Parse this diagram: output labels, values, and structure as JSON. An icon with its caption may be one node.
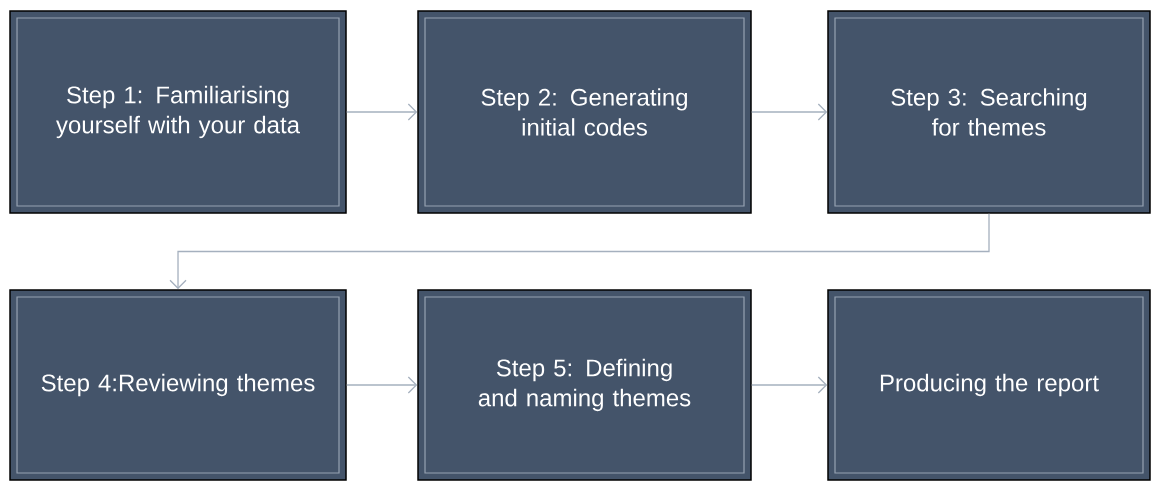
{
  "diagram": {
    "nodes": [
      {
        "text": [
          "Step 1: Familiarising yourself with your data"
        ]
      },
      {
        "text": [
          "Step 2: Generating initial codes"
        ]
      },
      {
        "text": [
          "Step 3: Searching for themes"
        ]
      },
      {
        "text": [
          "Step 4:Reviewing themes"
        ]
      },
      {
        "text": [
          "Step 5: Defining and naming themes"
        ]
      },
      {
        "text": [
          "Producing the report"
        ]
      }
    ],
    "edges": [
      {
        "from": 0,
        "to": 1,
        "arrow": "to"
      },
      {
        "from": 1,
        "to": 2,
        "arrow": "to"
      },
      {
        "from": 2,
        "to": 3,
        "arrow": "to"
      },
      {
        "from": 3,
        "to": 4,
        "arrow": "to"
      },
      {
        "from": 4,
        "to": 5,
        "arrow": "to"
      }
    ]
  }
}
